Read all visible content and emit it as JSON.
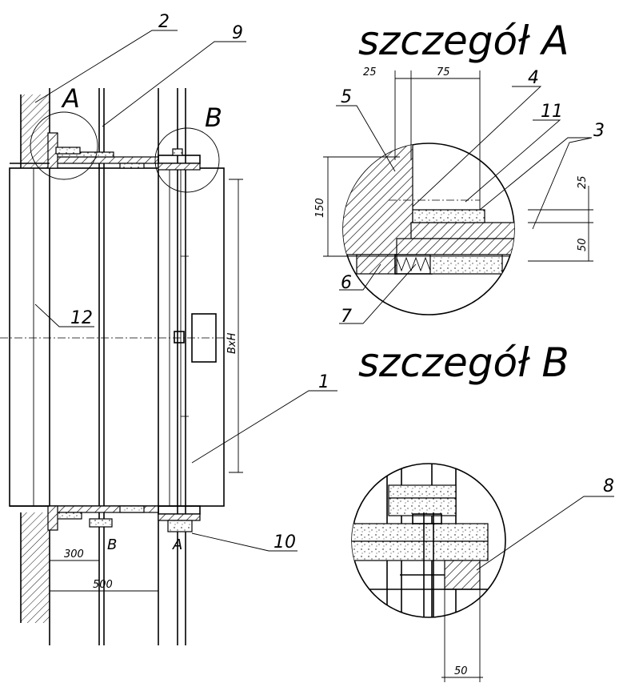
{
  "titles": {
    "detail_a": "szczegół A",
    "detail_b": "szczegół B"
  },
  "markers": {
    "a": "A",
    "b": "B",
    "a_bottom": "A",
    "b_bottom": "B"
  },
  "callouts": {
    "c1": "1",
    "c2": "2",
    "c3": "3",
    "c4": "4",
    "c5": "5",
    "c6": "6",
    "c7": "7",
    "c8": "8",
    "c9": "9",
    "c10": "10",
    "c11": "11",
    "c12": "12"
  },
  "dimensions": {
    "d300": "300",
    "d500": "500",
    "bxh": "BxH",
    "a25_top": "25",
    "a75": "75",
    "a150": "150",
    "a25_right": "25",
    "a50_right": "50",
    "b50": "50"
  }
}
